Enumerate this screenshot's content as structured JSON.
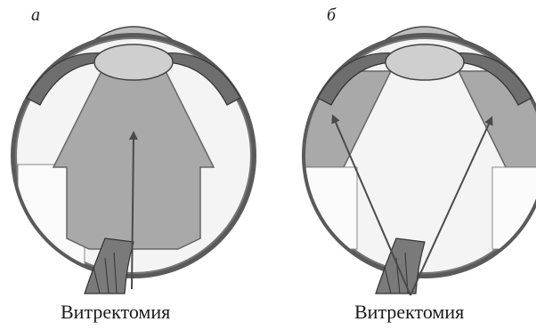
{
  "panels": [
    {
      "letter": "а",
      "caption": "Витректомия",
      "treated_region": "central"
    },
    {
      "letter": "б",
      "caption": "Витректомия",
      "treated_region": "peripheral"
    }
  ],
  "colors": {
    "sclera": "#555555",
    "choroid": "#6e6e6e",
    "lens": "#cfcfcf",
    "cornea": "#bdbdbd",
    "vitreous_treated": "#a9a9a9",
    "vitreous_clear": "#f4f4f4",
    "arrow": "#4a4a4a"
  }
}
